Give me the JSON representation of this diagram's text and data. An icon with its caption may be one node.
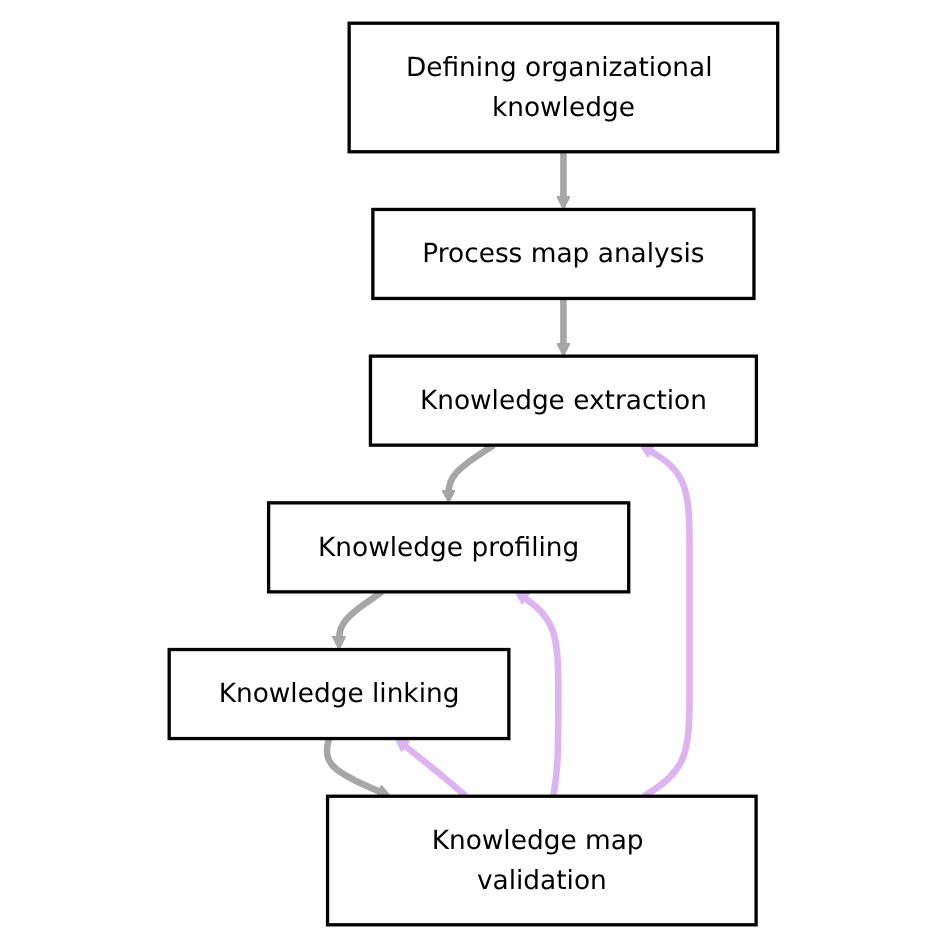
{
  "diagram": {
    "nodes": [
      {
        "text": [
          "Defining organizational knowledge"
        ]
      },
      {
        "text": [
          "Process map analysis"
        ]
      },
      {
        "text": [
          "Knowledge extraction"
        ]
      },
      {
        "text": [
          "Knowledge profiling"
        ]
      },
      {
        "text": [
          "Knowledge linking"
        ]
      },
      {
        "text": [
          "Knowledge map validation"
        ]
      }
    ],
    "edges": [
      {
        "from": 0,
        "to": 1,
        "arrow": "to"
      },
      {
        "from": 1,
        "to": 2,
        "arrow": "to"
      },
      {
        "from": 2,
        "to": 3,
        "arrow": "to"
      },
      {
        "from": 3,
        "to": 4,
        "arrow": "to"
      },
      {
        "from": 4,
        "to": 5,
        "arrow": "to"
      },
      {
        "from": 5,
        "to": 2,
        "arrow": "to",
        "color": "#dcb4f0"
      },
      {
        "from": 5,
        "to": 3,
        "arrow": "to",
        "color": "#dcb4f0"
      },
      {
        "from": 5,
        "to": 4,
        "arrow": "to",
        "color": "#dcb4f0"
      }
    ]
  }
}
